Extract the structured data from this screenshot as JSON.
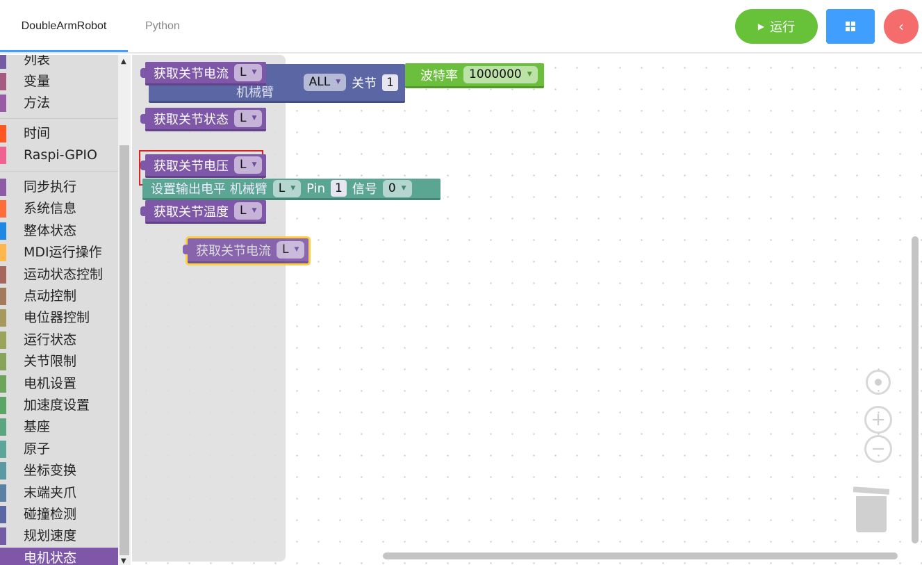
{
  "tabs": [
    {
      "label": "DoubleArmRobot",
      "active": true
    },
    {
      "label": "Python",
      "active": false
    }
  ],
  "toolbar": {
    "run_label": "运行",
    "run_icon": "play-icon",
    "grid_icon": "grid-icon",
    "back_icon": "chevron-left-icon"
  },
  "colors": {
    "run": "#67c23a",
    "grid": "#409eff",
    "back": "#f56c6c",
    "selected": "#7e57a8"
  },
  "sidebar": {
    "items": [
      {
        "label": "列表",
        "color": "#745ba5"
      },
      {
        "label": "变量",
        "color": "#a55b80"
      },
      {
        "label": "方法",
        "color": "#995ba5"
      },
      {
        "label": "时间",
        "color": "#ff5722"
      },
      {
        "label": "Raspi-GPIO",
        "color": "#f06292"
      },
      {
        "label": "同步执行",
        "color": "#8e5ba5"
      },
      {
        "label": "系统信息",
        "color": "#ff6d3a"
      },
      {
        "label": "整体状态",
        "color": "#1e88e5"
      },
      {
        "label": "MDI运行操作",
        "color": "#ffb74d"
      },
      {
        "label": "运动状态控制",
        "color": "#a5675b"
      },
      {
        "label": "点动控制",
        "color": "#a57a5b"
      },
      {
        "label": "电位器控制",
        "color": "#a59a5b"
      },
      {
        "label": "运行状态",
        "color": "#9aa55b"
      },
      {
        "label": "关节限制",
        "color": "#86a55b"
      },
      {
        "label": "电机设置",
        "color": "#6da55b"
      },
      {
        "label": "加速度设置",
        "color": "#5ba566"
      },
      {
        "label": "基座",
        "color": "#5ba580"
      },
      {
        "label": "原子",
        "color": "#5ba59a"
      },
      {
        "label": "坐标变换",
        "color": "#5b9aa5"
      },
      {
        "label": "末端夹爪",
        "color": "#5b80a5"
      },
      {
        "label": "碰撞检测",
        "color": "#5b67a5"
      },
      {
        "label": "规划速度",
        "color": "#745ba5"
      },
      {
        "label": "电机状态",
        "color": "#7e57a8",
        "selected": true
      }
    ]
  },
  "flyout": {
    "blocks": [
      {
        "label": "获取关节电流",
        "value": "L"
      },
      {
        "label": "获取关节状态",
        "value": "L"
      },
      {
        "label": "获取关节电压",
        "value": "L",
        "highlighted": true
      },
      {
        "label": "获取关节温度",
        "value": "L"
      }
    ]
  },
  "workspace": {
    "block_joint": {
      "label": "机械臂",
      "value": "ALL",
      "joint_label": "关节",
      "joint": "1"
    },
    "block_baud": {
      "label": "波特率",
      "value": "1000000"
    },
    "block_gpio": {
      "label": "设置输出电平 机械臂",
      "arm": "L",
      "pin_label": "Pin",
      "pin": "1",
      "signal_label": "信号",
      "signal": "0"
    },
    "drag_block": {
      "label": "获取关节电流",
      "value": "L"
    }
  }
}
